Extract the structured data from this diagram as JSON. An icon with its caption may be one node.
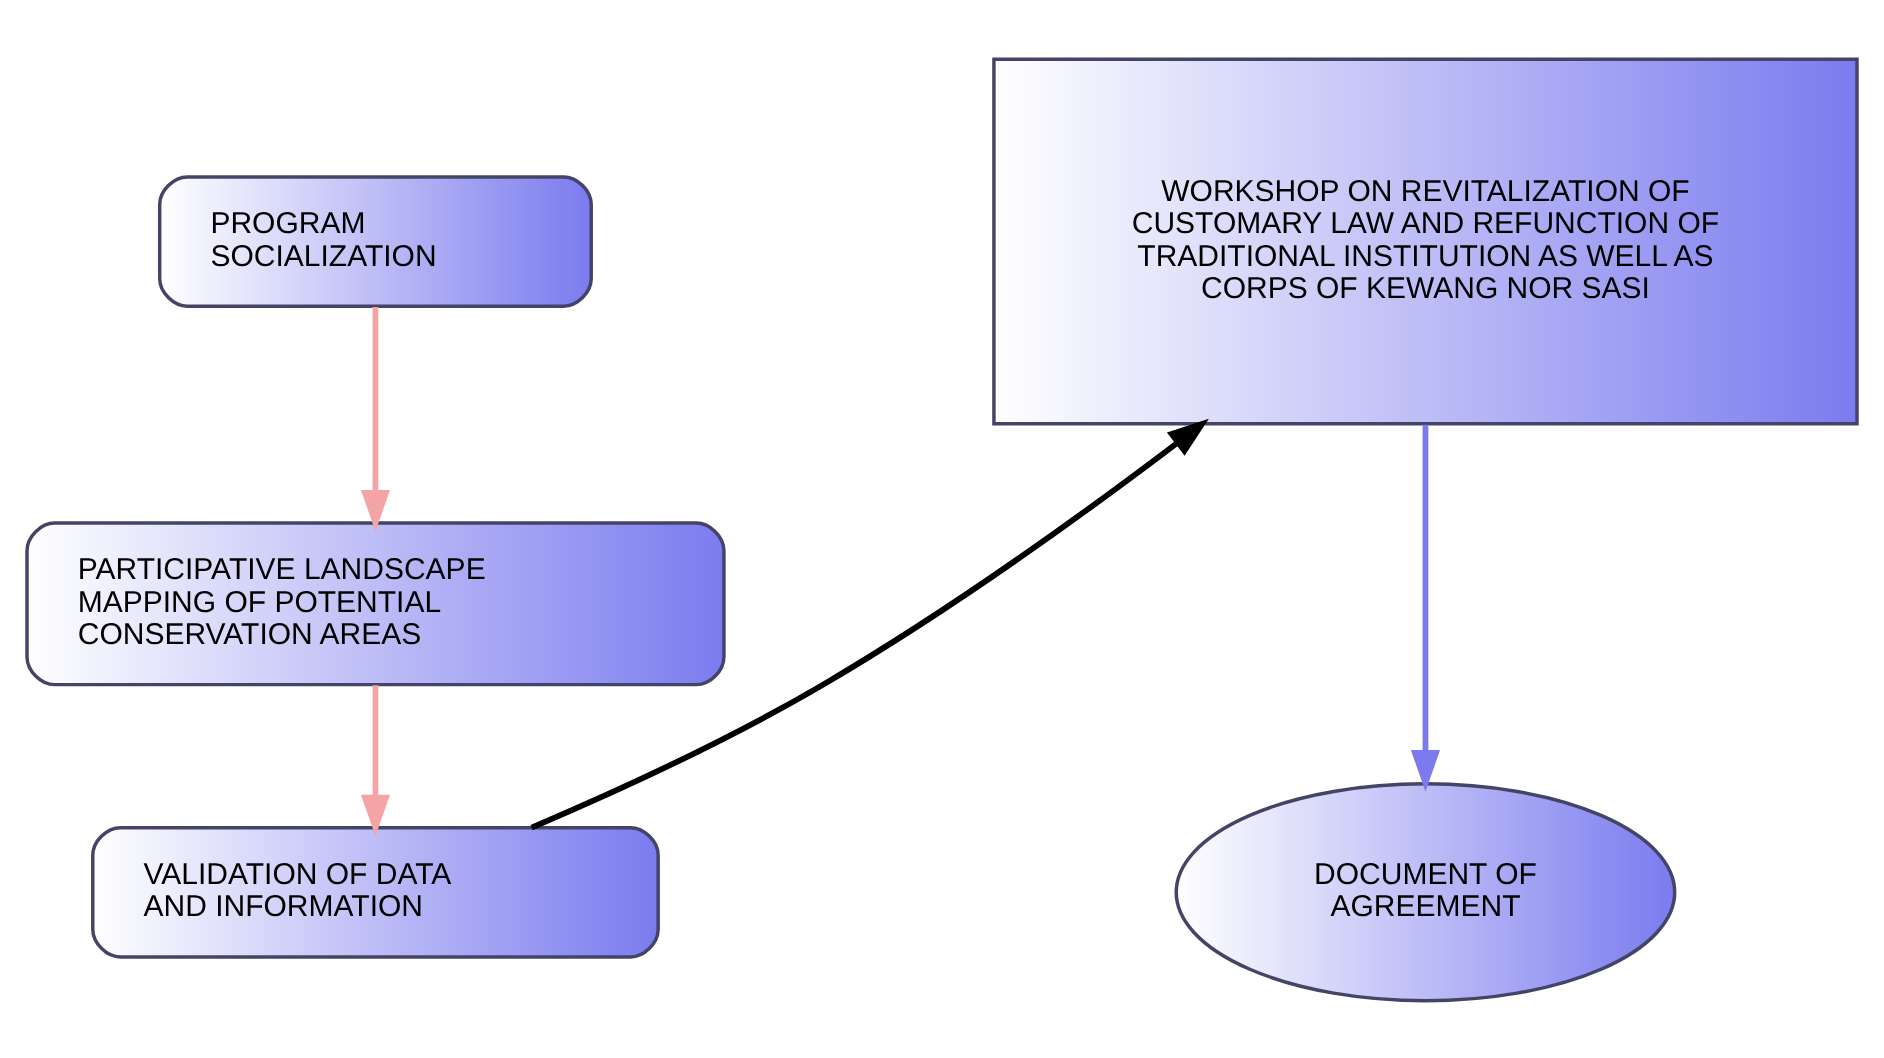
{
  "diagram": {
    "nodes": [
      {
        "text": [
          "PROGRAM SOCIALIZATION"
        ]
      },
      {
        "text": [
          "PARTICIPATIVE LANDSCAPE MAPPING OF POTENTIAL CONSERVATION AREAS"
        ]
      },
      {
        "text": [
          "VALIDATION OF DATA AND INFORMATION"
        ]
      },
      {
        "text": [
          "WORKSHOP ON REVITALIZATION OF CUSTOMARY LAW AND REFUNCTION OF TRADITIONAL INSTITUTION AS WELL AS CORPS OF KEWANG NOR SASI"
        ]
      },
      {
        "text": [
          "DOCUMENT OF AGREEMENT"
        ]
      }
    ],
    "edges": [
      {
        "from": 0,
        "to": 1,
        "arrow": "to",
        "color": "#f4a4a4"
      },
      {
        "from": 1,
        "to": 2,
        "arrow": "to",
        "color": "#f4a4a4"
      },
      {
        "from": 2,
        "to": 3,
        "arrow": "to",
        "color": "#000000"
      },
      {
        "from": 3,
        "to": 4,
        "arrow": "to",
        "color": "#7b7bef"
      }
    ]
  }
}
